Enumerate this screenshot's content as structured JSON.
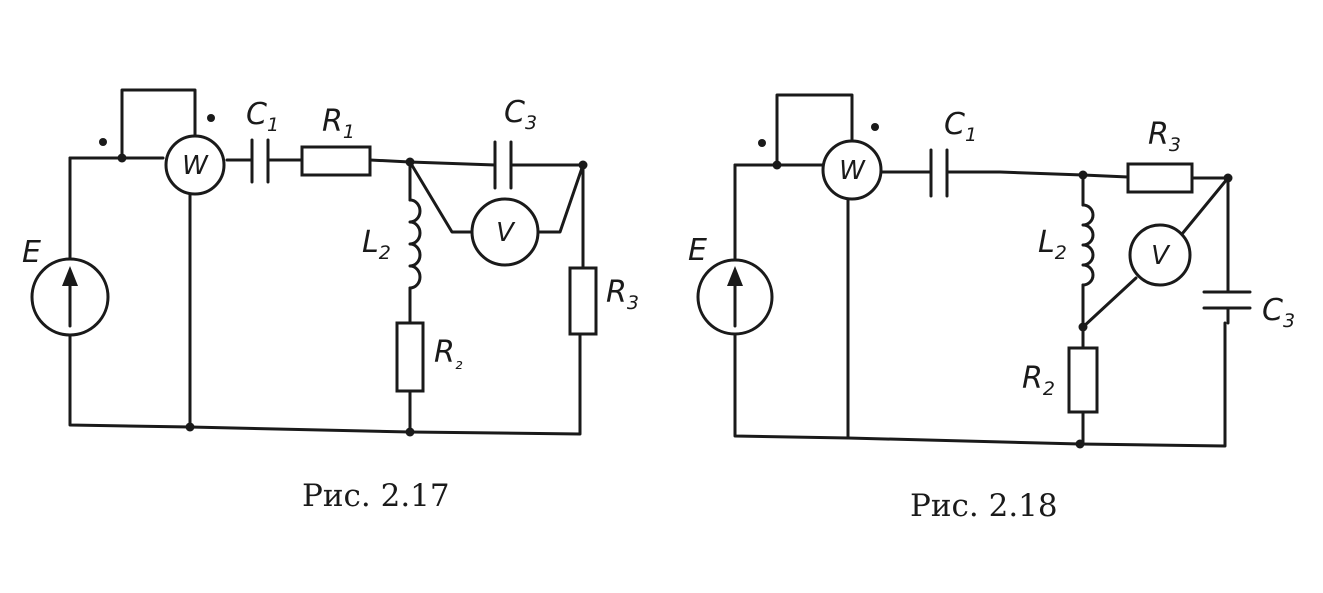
{
  "figures": [
    {
      "caption": "Рис. 2.17",
      "labels": {
        "E": "E",
        "W": "W",
        "V": "V",
        "C1": "C",
        "C1_sub": "1",
        "R1": "R",
        "R1_sub": "1",
        "C3": "C",
        "C3_sub": "3",
        "L2": "L",
        "L2_sub": "2",
        "R2": "R",
        "R2_sub": "₂",
        "R3": "R",
        "R3_sub": "3"
      }
    },
    {
      "caption": "Рис. 2.18",
      "labels": {
        "E": "E",
        "W": "W",
        "V": "V",
        "C1": "C",
        "C1_sub": "1",
        "R3": "R",
        "R3_sub": "3",
        "L2": "L",
        "L2_sub": "2",
        "R2": "R",
        "R2_sub": "2",
        "C3": "C",
        "C3_sub": "3"
      }
    }
  ]
}
